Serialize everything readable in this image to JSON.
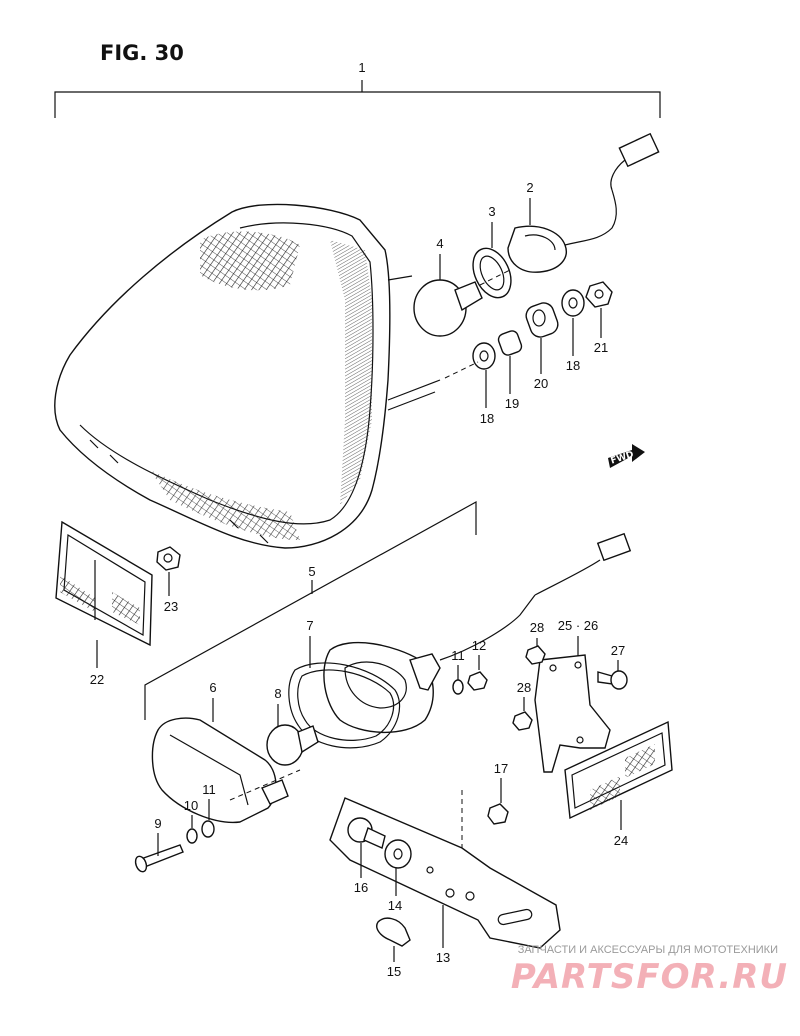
{
  "figure": {
    "title": "FIG. 30"
  },
  "fwd_label": "FWD",
  "callouts": [
    {
      "id": "c1",
      "label": "1"
    },
    {
      "id": "c2",
      "label": "2"
    },
    {
      "id": "c3",
      "label": "3"
    },
    {
      "id": "c4",
      "label": "4"
    },
    {
      "id": "c18a",
      "label": "18"
    },
    {
      "id": "c21",
      "label": "21"
    },
    {
      "id": "c20",
      "label": "20"
    },
    {
      "id": "c18b",
      "label": "18"
    },
    {
      "id": "c19",
      "label": "19"
    },
    {
      "id": "c22",
      "label": "22"
    },
    {
      "id": "c23",
      "label": "23"
    },
    {
      "id": "c5",
      "label": "5"
    },
    {
      "id": "c7",
      "label": "7"
    },
    {
      "id": "c6",
      "label": "6"
    },
    {
      "id": "c8",
      "label": "8"
    },
    {
      "id": "c11a",
      "label": "11"
    },
    {
      "id": "c12",
      "label": "12"
    },
    {
      "id": "c2526",
      "label": "25 · 26"
    },
    {
      "id": "c28a",
      "label": "28"
    },
    {
      "id": "c27",
      "label": "27"
    },
    {
      "id": "c28b",
      "label": "28"
    },
    {
      "id": "c24",
      "label": "24"
    },
    {
      "id": "c17",
      "label": "17"
    },
    {
      "id": "c10",
      "label": "10"
    },
    {
      "id": "c11b",
      "label": "11"
    },
    {
      "id": "c9",
      "label": "9"
    },
    {
      "id": "c16",
      "label": "16"
    },
    {
      "id": "c14",
      "label": "14"
    },
    {
      "id": "c13",
      "label": "13"
    },
    {
      "id": "c15",
      "label": "15"
    }
  ],
  "watermark": {
    "caption": "ЗАПЧАСТИ И АКСЕССУАРЫ ДЛЯ МОТОТЕХНИКИ",
    "brand": "PARTSFOR.RU"
  }
}
